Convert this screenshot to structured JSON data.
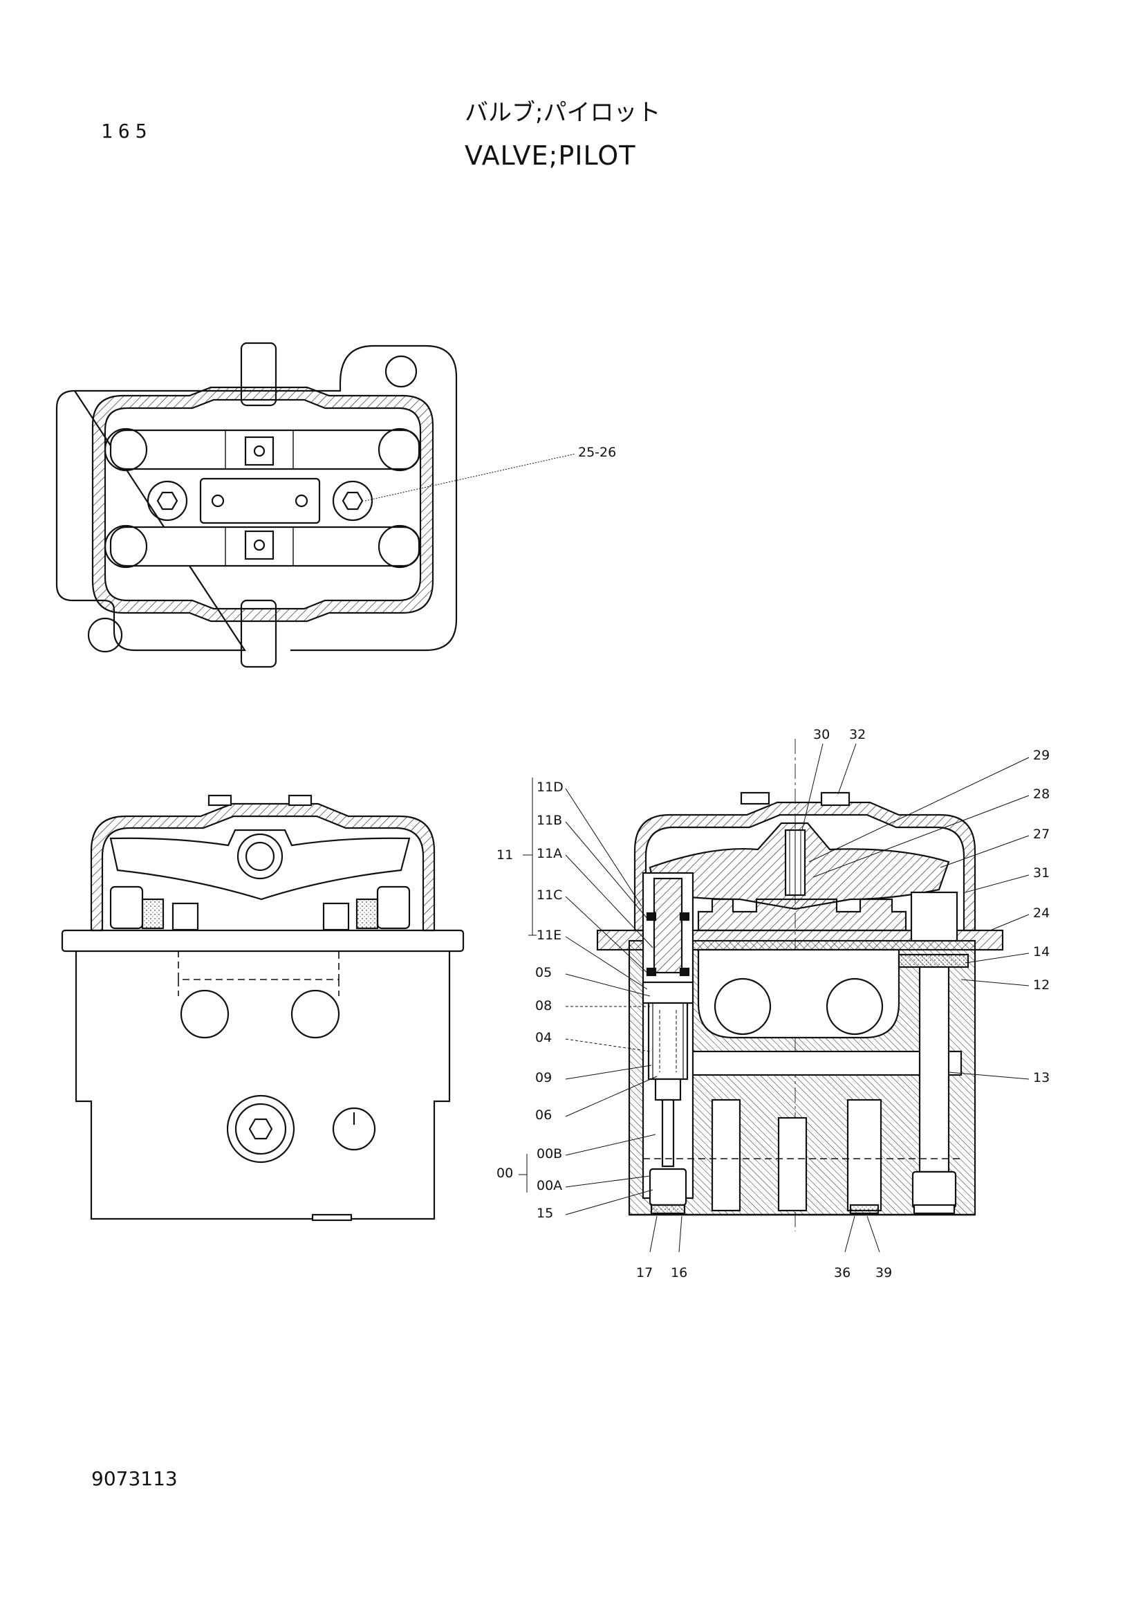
{
  "header": {
    "page_number": "165",
    "title_jp": "バルブ;パイロット",
    "title_en": "VALVE;PILOT"
  },
  "footer": {
    "drawing_number": "9073113"
  },
  "top_view": {
    "callouts": [
      "25-26"
    ]
  },
  "section_view": {
    "callouts": {
      "c30": "30",
      "c32": "32",
      "c29": "29",
      "c28": "28",
      "c27": "27",
      "c31": "31",
      "c24": "24",
      "c14": "14",
      "c12": "12",
      "c13": "13",
      "c11D": "11D",
      "c11B": "11B",
      "c11": "11",
      "c11A": "11A",
      "c11C": "11C",
      "c11E": "11E",
      "c05": "05",
      "c08": "08",
      "c04": "04",
      "c09": "09",
      "c06": "06",
      "c00B": "00B",
      "c00": "00",
      "c00A": "00A",
      "c15": "15",
      "c17": "17",
      "c16": "16",
      "c36": "36",
      "c39": "39"
    }
  }
}
